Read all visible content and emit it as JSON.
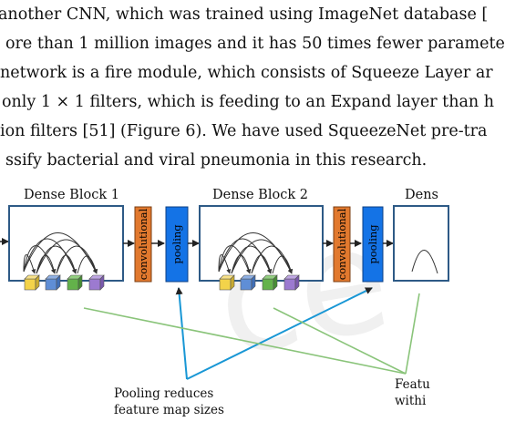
{
  "paragraph": {
    "lines": [
      "another CNN, which was trained using ImageNet database [",
      "ore than 1 million images and it has 50 times fewer paramete",
      "network is a fire module, which consists of Squeeze Layer ar",
      "only 1 × 1 filters, which is feeding to an Expand layer than h",
      "ion filters [51] (Figure 6). We have used SqueezeNet pre-tra",
      "ssify bacterial and viral pneumonia in this research."
    ]
  },
  "figure": {
    "dense_block_1_title": "Dense Block 1",
    "dense_block_2_title": "Dense Block 2",
    "dense_block_3_title": "Dens",
    "transition_1": {
      "conv_label": "convolutional",
      "pool_label": "pooling"
    },
    "transition_2": {
      "conv_label": "convolutional",
      "pool_label": "pooling"
    },
    "pooling_note_line1": "Pooling reduces",
    "pooling_note_line2": "feature map sizes",
    "feature_note_line1": "Featu",
    "feature_note_line2": "withi",
    "colors": {
      "block_border": "#2e5a86",
      "conv_fill": "#e2792e",
      "pool_fill": "#1473e6",
      "cube_yellow": "#f3d34a",
      "cube_blue": "#5f8ed6",
      "cube_green": "#63b24a",
      "cube_purple": "#9c7ad0",
      "arrow_blue": "#1997d5",
      "arrow_green": "#8ac47a",
      "watermark": "#e4e4e4"
    }
  }
}
